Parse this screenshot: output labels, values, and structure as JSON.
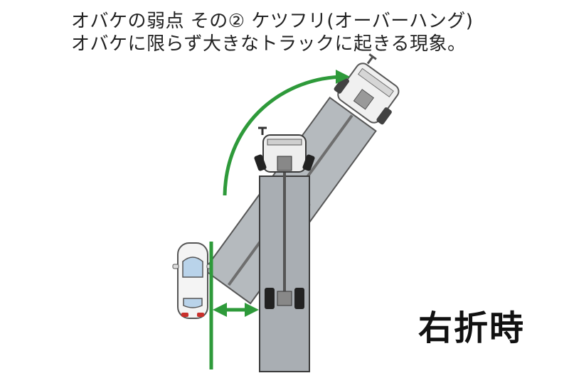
{
  "title": {
    "line1": "オバケの弱点 その②  ケツフリ(オーバーハング)",
    "line2": "オバケに限らず大きなトラックに起きる現象。"
  },
  "corner_label": "右折時",
  "colors": {
    "arrow_green": "#2e9a3a",
    "truck_fill": "#a9aeb3",
    "truck_stroke": "#3a3a3a",
    "car_window": "#b9d3ea",
    "tail_light": "#c9302c"
  },
  "icons": [
    "swing-arrow-icon",
    "gap-arrow-icon",
    "car-icon",
    "truck-icon"
  ]
}
